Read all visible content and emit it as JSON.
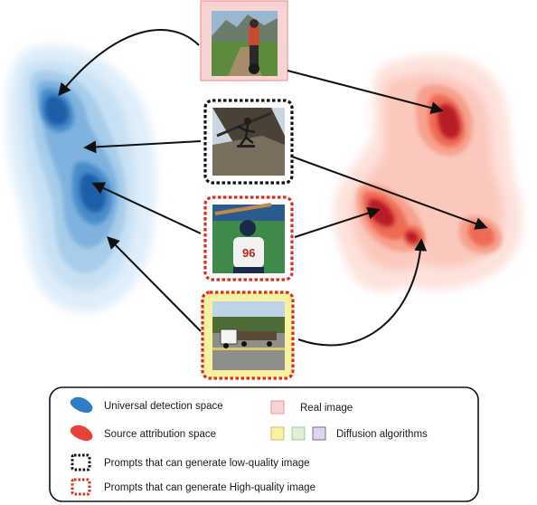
{
  "colors": {
    "blue_blob": "#2f7dc7",
    "red_blob": "#e8413a",
    "real_fill": "#f8d3d3",
    "real_border": "#e89a9a",
    "low_quality_border": "#111111",
    "high_quality_border": "#e02a1a",
    "diffusion_yellow": "#f7f2a0",
    "diffusion_green": "#dcefd7",
    "diffusion_purple": "#e0d6ec",
    "arrow": "#111111"
  },
  "images": [
    {
      "id": "real",
      "icon": "motorcycle-rider-photo"
    },
    {
      "id": "skater",
      "icon": "skateboarder-photo"
    },
    {
      "id": "baseball",
      "icon": "baseball-player-photo"
    },
    {
      "id": "truck",
      "icon": "truck-on-road-photo"
    }
  ],
  "legend": {
    "universal": "Universal detection space",
    "source": "Source attribution space",
    "real": "Real image",
    "diffusion": "Diffusion algorithms",
    "low_quality": "Prompts that can generate low-quality image",
    "high_quality": "Prompts that can generate High-quality image"
  }
}
